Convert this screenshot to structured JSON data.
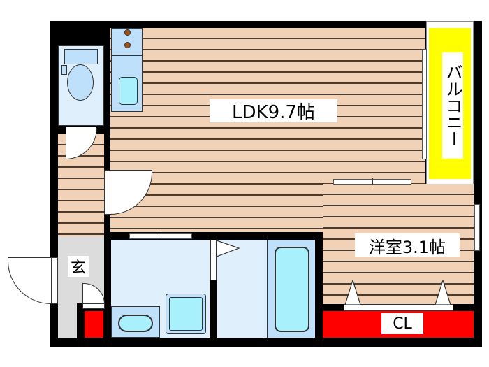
{
  "floorplan": {
    "rooms": {
      "ldk": {
        "label": "LDK9.7帖",
        "type": "living-dining-kitchen",
        "size_jo": 9.7
      },
      "western_room": {
        "label": "洋室3.1帖",
        "type": "western-style-room",
        "size_jo": 3.1
      },
      "balcony": {
        "label": "バルコニー",
        "type": "balcony"
      },
      "entrance": {
        "label": "玄",
        "type": "entrance"
      },
      "closet": {
        "label": "CL",
        "type": "closet"
      },
      "toilet": {
        "type": "toilet"
      },
      "washroom": {
        "type": "washroom"
      },
      "bathroom": {
        "type": "bathroom"
      }
    },
    "colors": {
      "wall": "#000000",
      "flooring": "#f2d2b6",
      "wet_area": "#dff0fc",
      "fixture": "#bfe0fb",
      "basin": "#a8f0fc",
      "balcony": "#ffff00",
      "closet": "#ff0000",
      "entrance": "#dcdcdc",
      "stove_burner": "#a0521a"
    }
  }
}
